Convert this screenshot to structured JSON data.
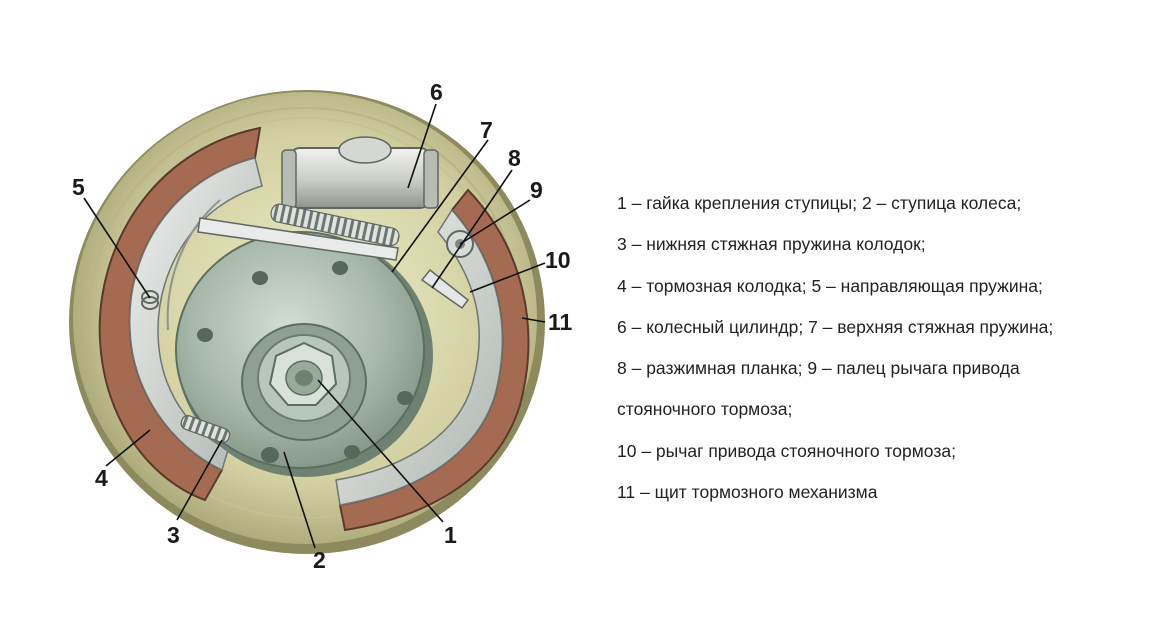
{
  "callouts": [
    "1",
    "2",
    "3",
    "4",
    "5",
    "6",
    "7",
    "8",
    "9",
    "10",
    "11"
  ],
  "legend": [
    "1 – гайка крепления ступицы; 2 – ступица колеса;",
    "3 – нижняя стяжная пружина колодок;",
    "4 – тормозная колодка; 5 – направляющая пружина;",
    "6 – колесный цилиндр; 7 – верхняя стяжная пружина;",
    "8 – разжимная планка; 9 – палец рычага привода",
    "стояночного тормоза;",
    "10 – рычаг привода стояночного тормоза;",
    "11 – щит тормозного механизма"
  ],
  "colors": {
    "shield": "#d3d1a2",
    "lining": "#a56b52",
    "shoe": "#cfd4d1",
    "hub": "#9fb3a3",
    "hub_inner": "#b7c7ba",
    "spring": "#9aa19c",
    "text": "#222222"
  }
}
